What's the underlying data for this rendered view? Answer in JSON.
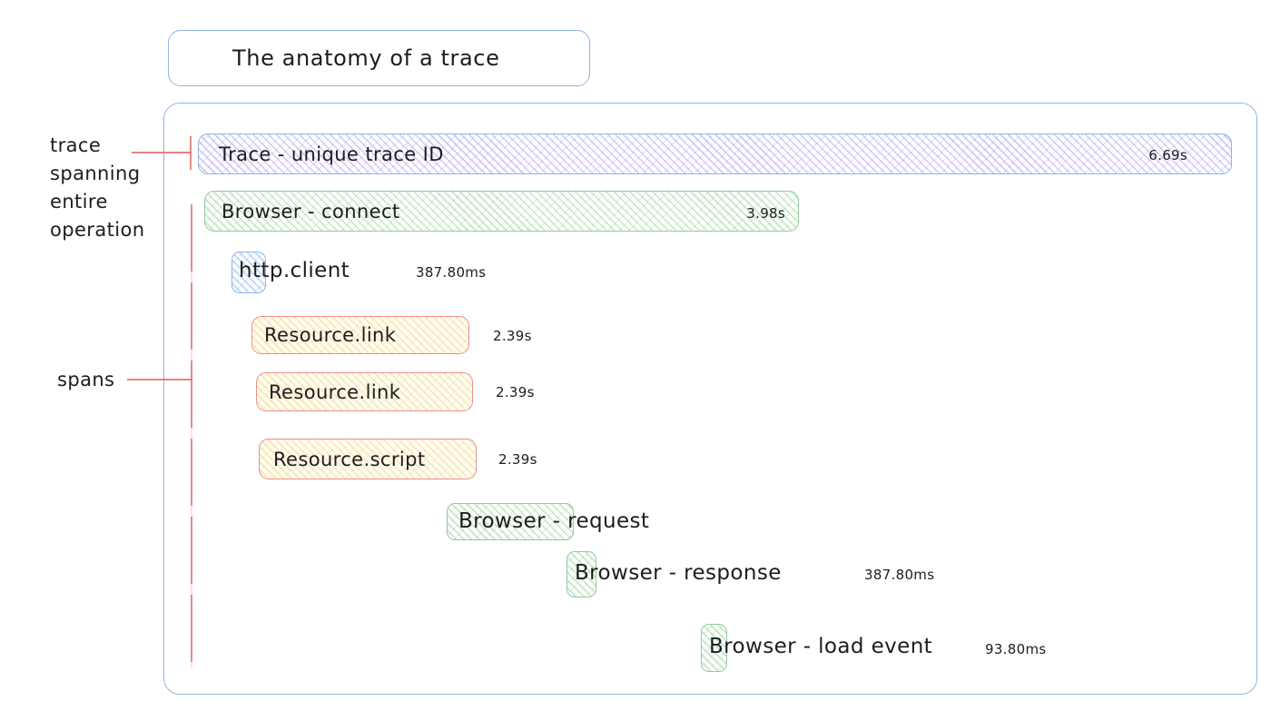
{
  "title": "The anatomy of a trace",
  "annotations": {
    "trace_note": {
      "lines": [
        "trace",
        "spanning",
        "entire",
        "operation"
      ]
    },
    "spans_note": {
      "label": "spans"
    }
  },
  "spans": {
    "trace": {
      "label": "Trace - unique trace ID",
      "duration": "6.69s"
    },
    "connect": {
      "label": "Browser - connect",
      "duration": "3.98s"
    },
    "http_client": {
      "label": "http.client",
      "duration": "387.80ms"
    },
    "resource_link_1": {
      "label": "Resource.link",
      "duration": "2.39s"
    },
    "resource_link_2": {
      "label": "Resource.link",
      "duration": "2.39s"
    },
    "resource_script": {
      "label": "Resource.script",
      "duration": "2.39s"
    },
    "request": {
      "label": "Browser - request",
      "duration": ""
    },
    "response": {
      "label": "Browser - response",
      "duration": "387.80ms"
    },
    "load_event": {
      "label": "Browser - load event",
      "duration": "93.80ms"
    }
  },
  "colors": {
    "blue_border": "#8fb6e6",
    "green_border": "#92cb9d",
    "red_border": "#ec8e8b",
    "annotation_red": "#e36d6a",
    "text": "#1d1d1d"
  }
}
